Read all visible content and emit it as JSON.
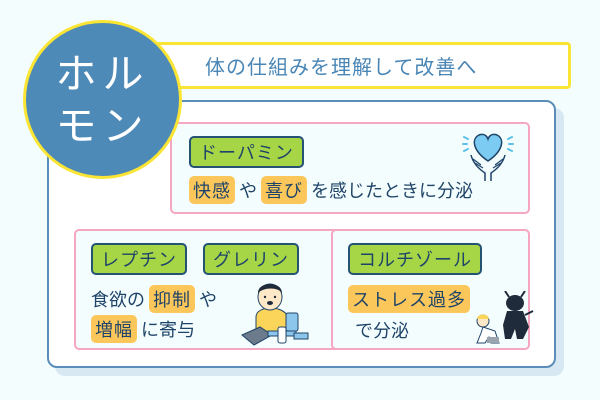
{
  "header": {
    "badge_line1": "ホル",
    "badge_line2": "モン",
    "subtitle": "体の仕組みを理解して改善へ"
  },
  "cards": {
    "dopamine": {
      "tag": "ドーパミン",
      "hl1": "快感",
      "connector": "や",
      "hl2": "喜び",
      "rest": "を感じたときに分泌",
      "icon": "heart-hands-icon"
    },
    "appetite": {
      "tag1": "レプチン",
      "tag2": "グレリン",
      "line1_prefix": "食欲の",
      "line1_hl": "抑制",
      "line1_suffix": "や",
      "line2_hl": "増幅",
      "line2_suffix": "に寄与",
      "icon": "person-eating-icon"
    },
    "cortisol": {
      "tag": "コルチゾール",
      "hl": "ストレス過多",
      "rest": "で分泌",
      "icon": "stressed-person-icon"
    }
  },
  "colors": {
    "background": "#f4fdfd",
    "primary_blue": "#4e8ab8",
    "border_blue": "#5b8db8",
    "yellow": "#fbe534",
    "pink_border": "#f6a6c1",
    "tag_green": "#a6d645",
    "highlight_orange": "#fcc75a",
    "text_navy": "#1f4469"
  }
}
